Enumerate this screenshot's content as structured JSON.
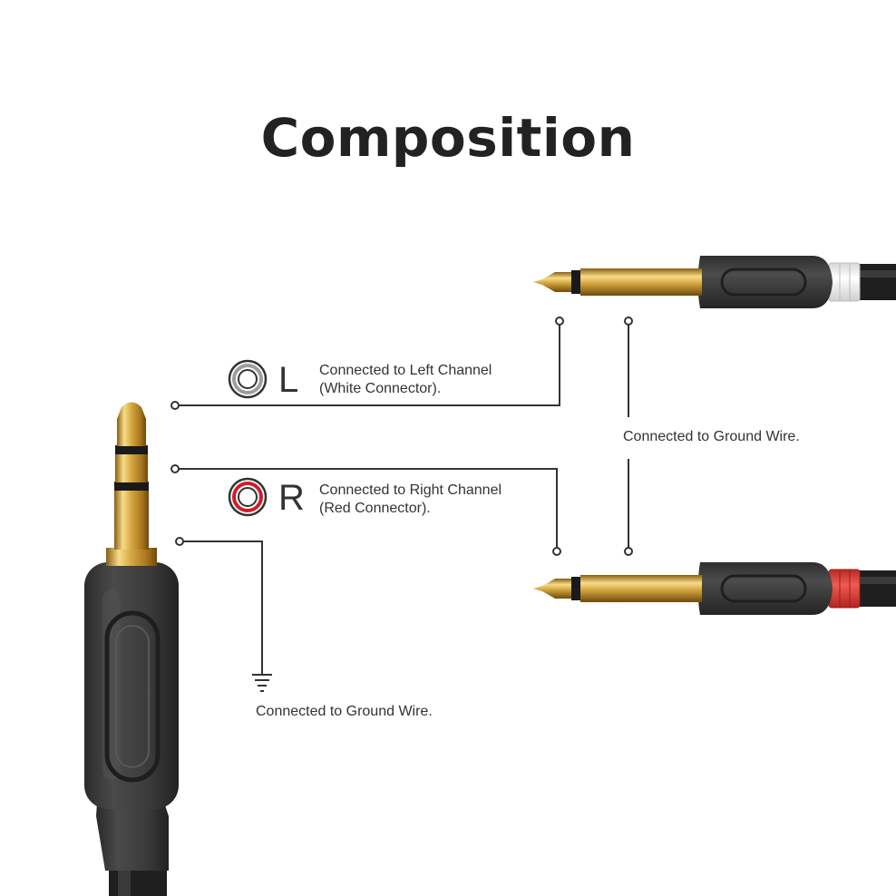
{
  "title": "Composition",
  "left_channel": {
    "letter": "L",
    "line1": "Connected to Left Channel",
    "line2": "(White Connector).",
    "ring_color": "#9e9e9e"
  },
  "right_channel": {
    "letter": "R",
    "line1": "Connected to Right Channel",
    "line2": "(Red Connector).",
    "ring_color": "#d01c2a"
  },
  "ground_main": "Connected to Ground Wire.",
  "ground_plugs": "Connected to Ground Wire.",
  "colors": {
    "gold": "#d4a640",
    "plug_body": "#3a3a3a",
    "white_collar": "#f2f2f2",
    "red_collar": "#e8413c",
    "wire": "#333333"
  },
  "icons": [
    "ground-symbol-icon",
    "ring-icon-left",
    "ring-icon-right",
    "brand-logo"
  ]
}
